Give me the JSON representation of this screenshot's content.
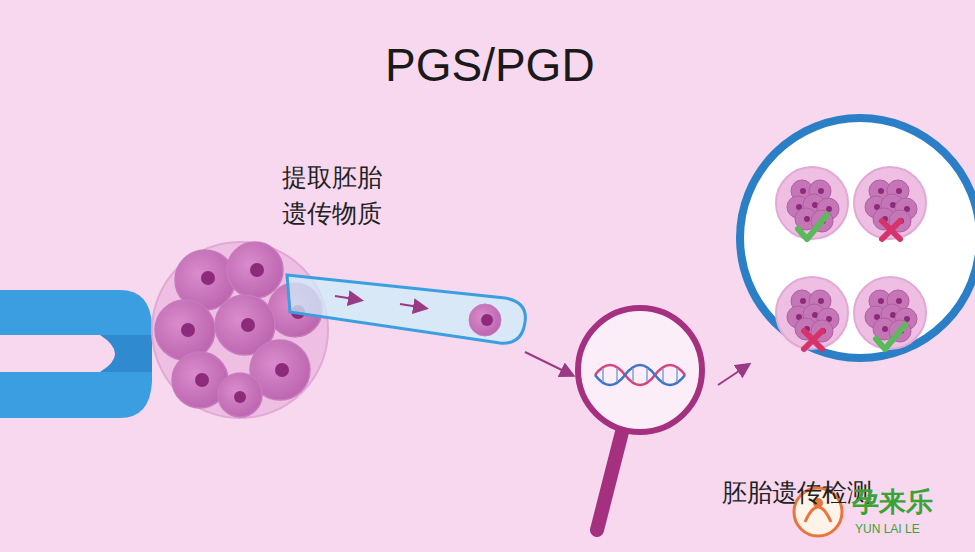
{
  "diagram": {
    "title": "PGS/PGD",
    "labels": [
      "提取胚胎 遗传物质",
      "胚胎遗传检测",
      "孕来乐",
      "YUN LAI LE"
    ]
  }
}
